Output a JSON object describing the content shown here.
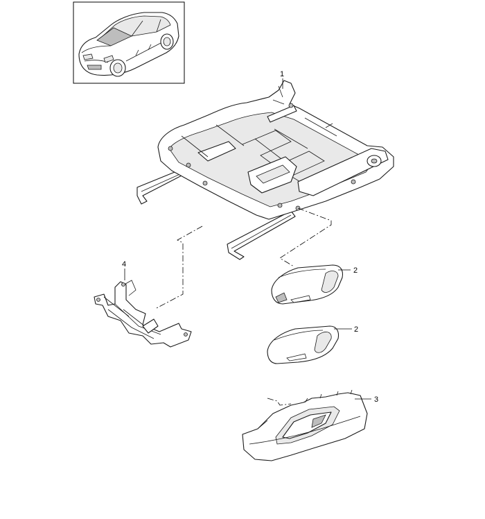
{
  "callouts": [
    {
      "id": "callout-1",
      "label": "1"
    },
    {
      "id": "callout-2a",
      "label": "2"
    },
    {
      "id": "callout-2b",
      "label": "2"
    },
    {
      "id": "callout-3",
      "label": "3"
    },
    {
      "id": "callout-4",
      "label": "4"
    }
  ],
  "parts": {
    "thumbnail": "vehicle-thumbnail-illustration",
    "part_1": "seat-frame",
    "part_2": "seat-adjustment-switch-cover",
    "part_3": "seat-side-trim-panel",
    "part_4": "wiring-bracket"
  },
  "colors": {
    "line": "#1a1a1a",
    "background": "#ffffff",
    "shade": "#e9e9e9"
  }
}
